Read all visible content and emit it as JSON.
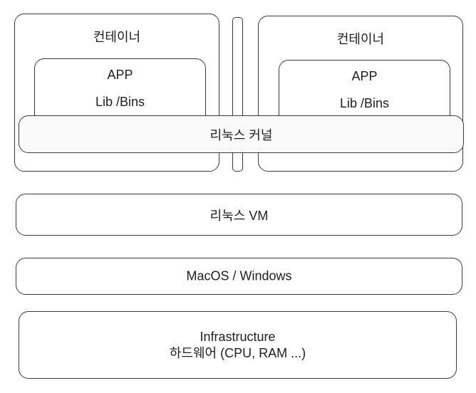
{
  "diagram": {
    "containers": [
      {
        "title": "컨테이너",
        "app": "APP",
        "libs": "Lib /Bins"
      },
      {
        "title": "컨테이너",
        "app": "APP",
        "libs": "Lib /Bins"
      }
    ],
    "layers": {
      "kernel": "리눅스 커널",
      "vm": "리눅스 VM",
      "host_os": "MacOS / Windows",
      "infrastructure_line1": "Infrastructure",
      "infrastructure_line2": "하드웨어 (CPU, RAM ...)"
    },
    "colors": {
      "stroke": "#3a3a3a",
      "text": "#1e1e1e",
      "kernel_fill": "#fafafa",
      "background": "#ffffff"
    }
  }
}
